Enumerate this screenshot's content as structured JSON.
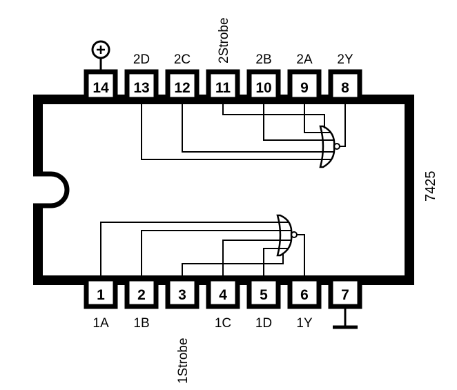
{
  "chip": {
    "name": "7425",
    "pins_top": [
      {
        "num": "14",
        "label": ""
      },
      {
        "num": "13",
        "label": "2D"
      },
      {
        "num": "12",
        "label": "2C"
      },
      {
        "num": "11",
        "label": "2Strobe"
      },
      {
        "num": "10",
        "label": "2B"
      },
      {
        "num": "9",
        "label": "2A"
      },
      {
        "num": "8",
        "label": "2Y"
      }
    ],
    "pins_bottom": [
      {
        "num": "1",
        "label": "1A"
      },
      {
        "num": "2",
        "label": "1B"
      },
      {
        "num": "3",
        "label": "1Strobe"
      },
      {
        "num": "4",
        "label": "1C"
      },
      {
        "num": "5",
        "label": "1D"
      },
      {
        "num": "6",
        "label": "1Y"
      },
      {
        "num": "7",
        "label": ""
      }
    ],
    "vcc_symbol": "plus-circle-icon",
    "gnd_symbol": "ground-icon"
  }
}
